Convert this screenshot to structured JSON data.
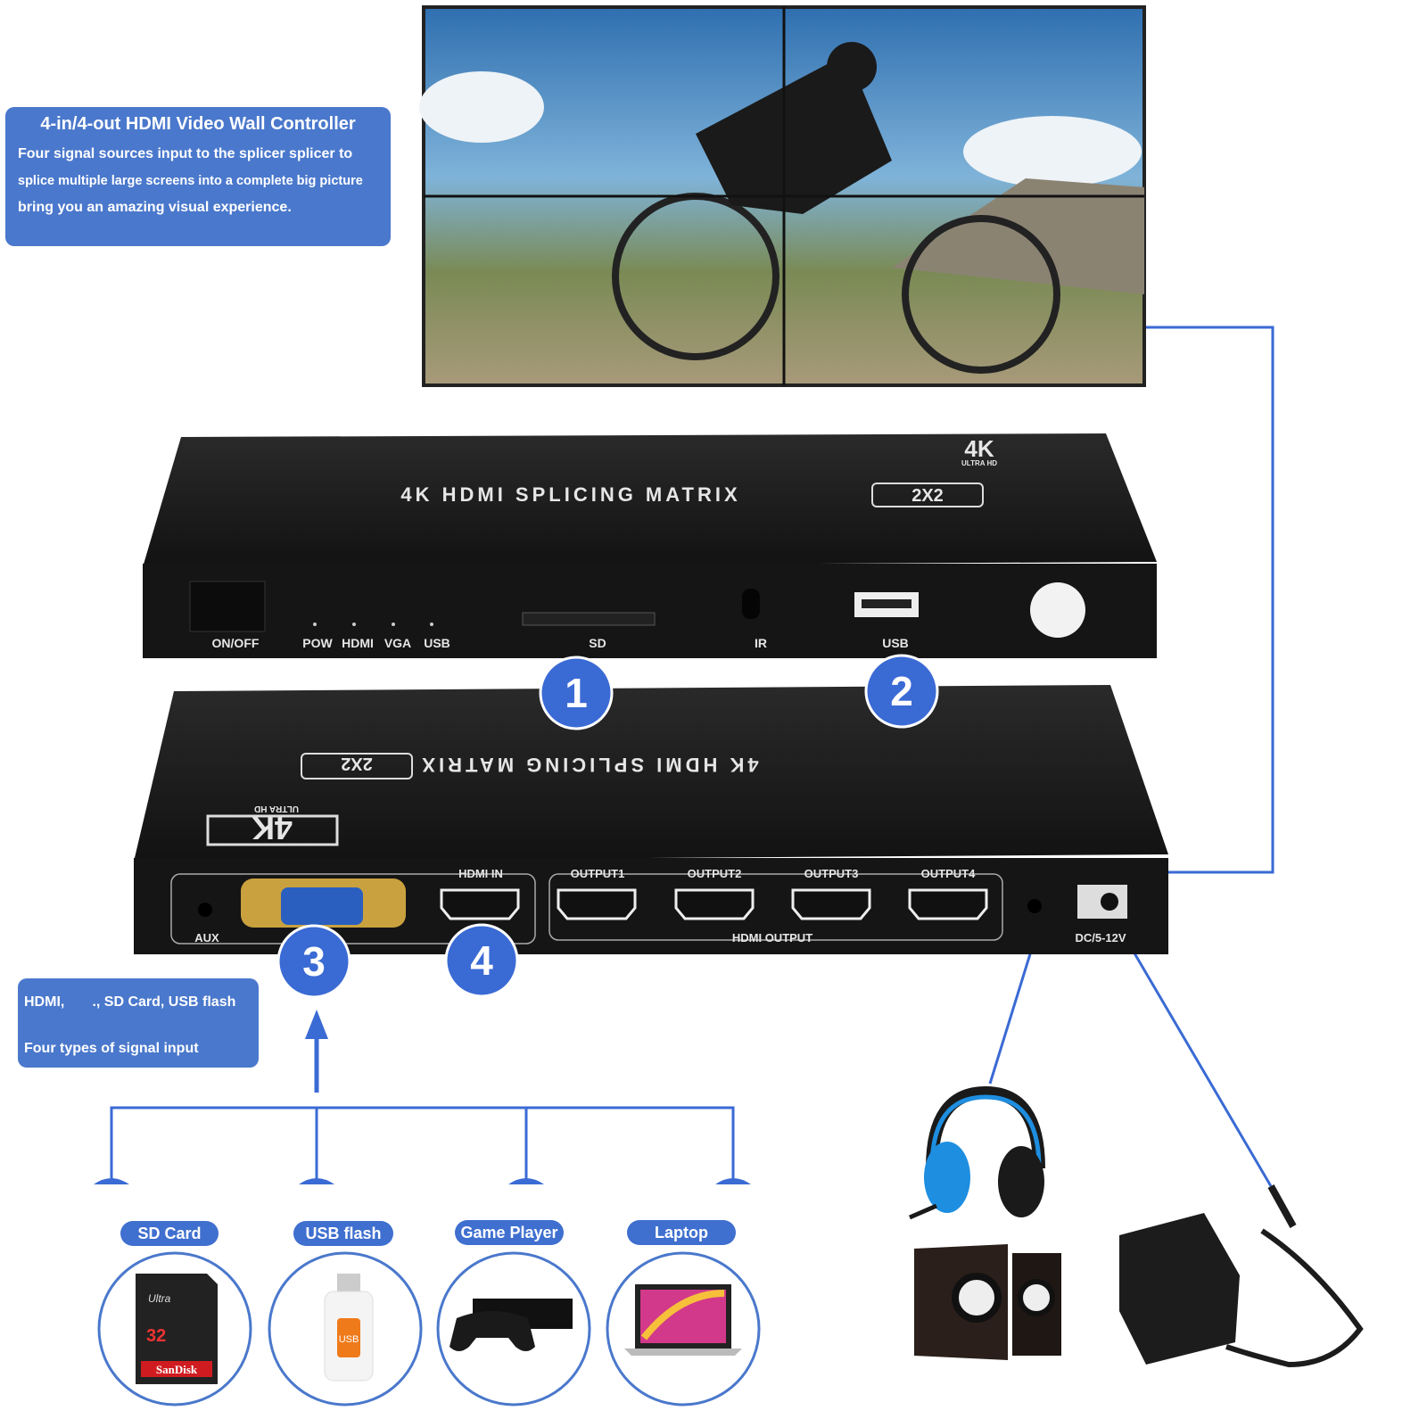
{
  "intro_box": {
    "title": "4-in/4-out HDMI Video Wall Controller",
    "lines": [
      "Four signal sources input to the splicer splicer to",
      "splice multiple large screens into a complete big picture",
      "bring you an amazing visual experience."
    ]
  },
  "inputs_box": {
    "line1": "HDMI,       ., SD Card, USB flash",
    "line2": "Four types of signal input"
  },
  "front_panel": {
    "title": "4K HDMI SPLICING MATRIX",
    "badge": "2X2",
    "logo": "4K",
    "logo_sub": "ULTRA HD",
    "labels": {
      "power": "ON/OFF",
      "pow": "POW",
      "hdmi": "HDMI",
      "vga": "VGA",
      "usb_led": "USB",
      "sd": "SD",
      "ir": "IR",
      "usb": "USB"
    }
  },
  "back_panel": {
    "title": "4K HDMI SPLICING MATRIX",
    "badge": "2X2",
    "logo": "4K",
    "logo_sub": "ULTRA HD",
    "labels": {
      "aux": "AUX",
      "hdmi_in": "HDMI IN",
      "outputs": [
        "OUTPUT1",
        "OUTPUT2",
        "OUTPUT3",
        "OUTPUT4"
      ],
      "hdmi_output": "HDMI OUTPUT",
      "dc": "DC/5-12V"
    }
  },
  "markers": [
    "1",
    "2",
    "3",
    "4"
  ],
  "sources": [
    {
      "label": "SD Card",
      "icon": "sd-card-icon"
    },
    {
      "label": "USB flash",
      "icon": "usb-flash-icon"
    },
    {
      "label": "Game Player",
      "icon": "game-console-icon"
    },
    {
      "label": "Laptop",
      "icon": "laptop-icon"
    }
  ],
  "sd_card_text": {
    "brand": "SanDisk",
    "line": "Ultra",
    "capacity": "32"
  },
  "usb_text": "USB",
  "colors": {
    "accent": "#3f6fcf",
    "line": "#3a6ad4",
    "device": "#1e1e1e"
  }
}
